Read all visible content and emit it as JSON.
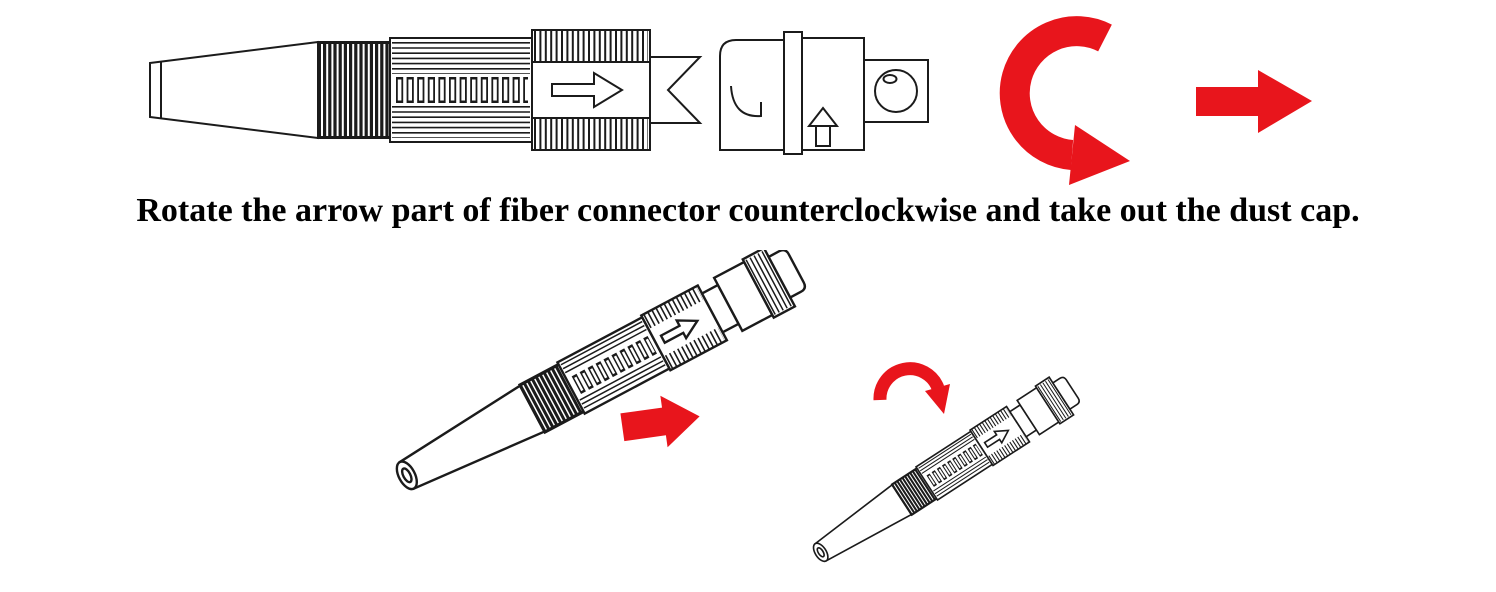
{
  "instruction": {
    "text": "Rotate the arrow part of fiber connector counterclockwise and take out the dust cap."
  },
  "colors": {
    "arrow_red": "#e8151c",
    "line": "#1b1b1b",
    "background": "#ffffff"
  },
  "icons": {
    "ccw_rotation_arrow": "counterclockwise-rotation-arrow",
    "right_arrow": "right-direction-arrow",
    "insert_arrow": "insert-direction-arrow",
    "rotate_arrow": "rotate-direction-arrow",
    "printed_arrow": "arrow-mark-on-connector",
    "dust_cap_mark": "up-arrow-mark"
  }
}
